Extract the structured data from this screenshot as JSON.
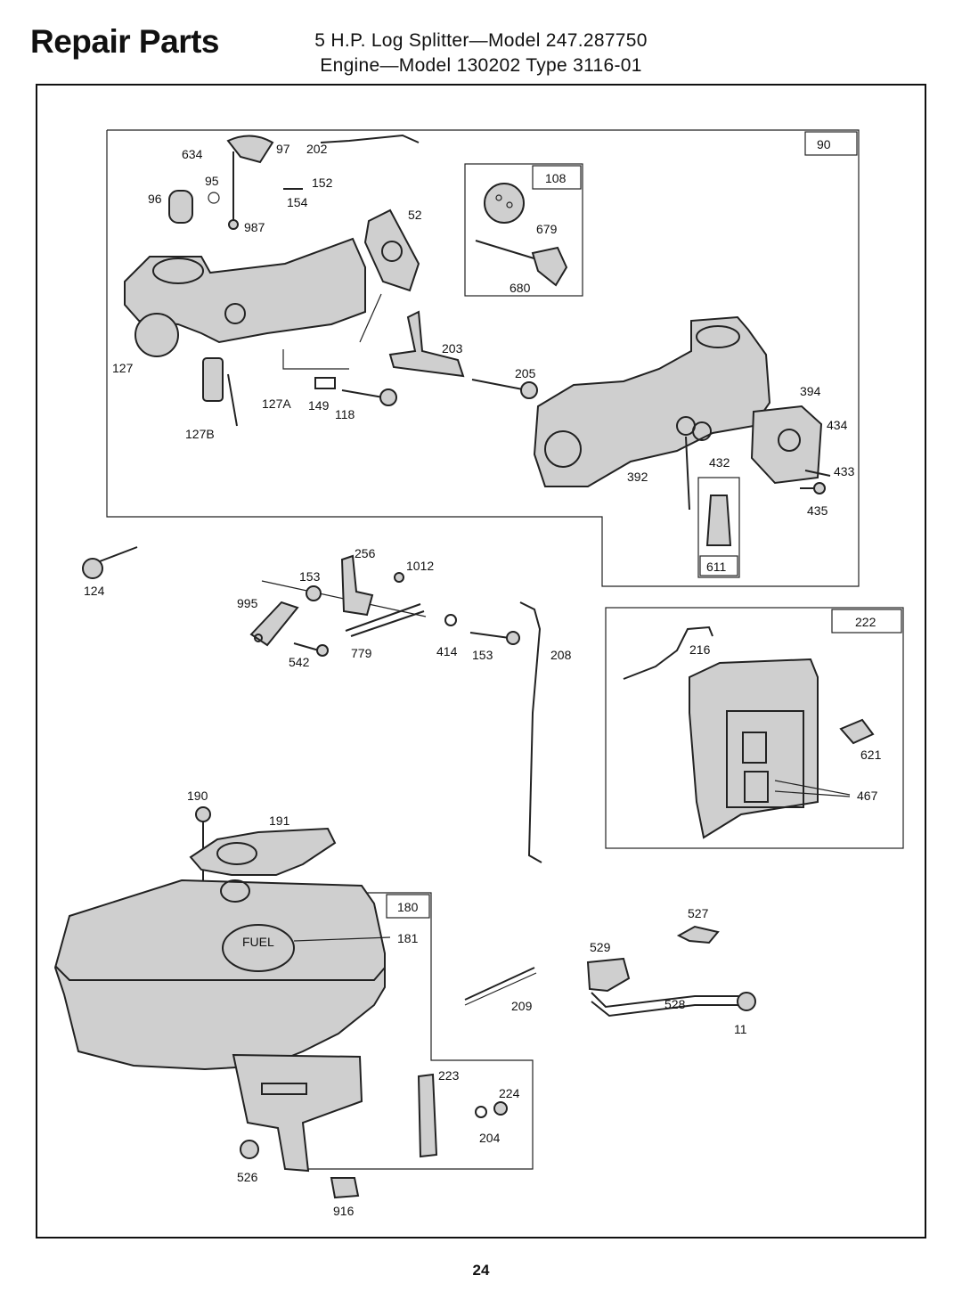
{
  "header": {
    "title": "Repair Parts",
    "subtitle_line1": "5 H.P. Log Splitter—Model 247.287750",
    "subtitle_line2": "Engine—Model 130202 Type 3116-01"
  },
  "page_number": "24",
  "boxes": {
    "carburetor": "90",
    "diaphragm": "108",
    "air_vane": "222",
    "fuel_tank": "180",
    "pin": "611"
  },
  "part_labels": {
    "p634": "634",
    "p97": "97",
    "p202": "202",
    "p95": "95",
    "p152": "152",
    "p154": "154",
    "p96": "96",
    "p987": "987",
    "p52": "52",
    "p679": "679",
    "p680": "680",
    "p127": "127",
    "p127A": "127A",
    "p127B": "127B",
    "p149": "149",
    "p118": "118",
    "p203": "203",
    "p205": "205",
    "p394": "394",
    "p434": "434",
    "p433": "433",
    "p435": "435",
    "p392": "392",
    "p432": "432",
    "p124": "124",
    "p256": "256",
    "p1012": "1012",
    "p153a": "153",
    "p995": "995",
    "p779": "779",
    "p414": "414",
    "p153b": "153",
    "p542": "542",
    "p208": "208",
    "p216": "216",
    "p621": "621",
    "p467": "467",
    "p190": "190",
    "p191": "191",
    "p181": "181",
    "fuel_cap": "FUEL",
    "p527": "527",
    "p529": "529",
    "p209": "209",
    "p528": "528",
    "p11": "11",
    "p223": "223",
    "p224": "224",
    "p204": "204",
    "p526": "526",
    "p916": "916"
  }
}
